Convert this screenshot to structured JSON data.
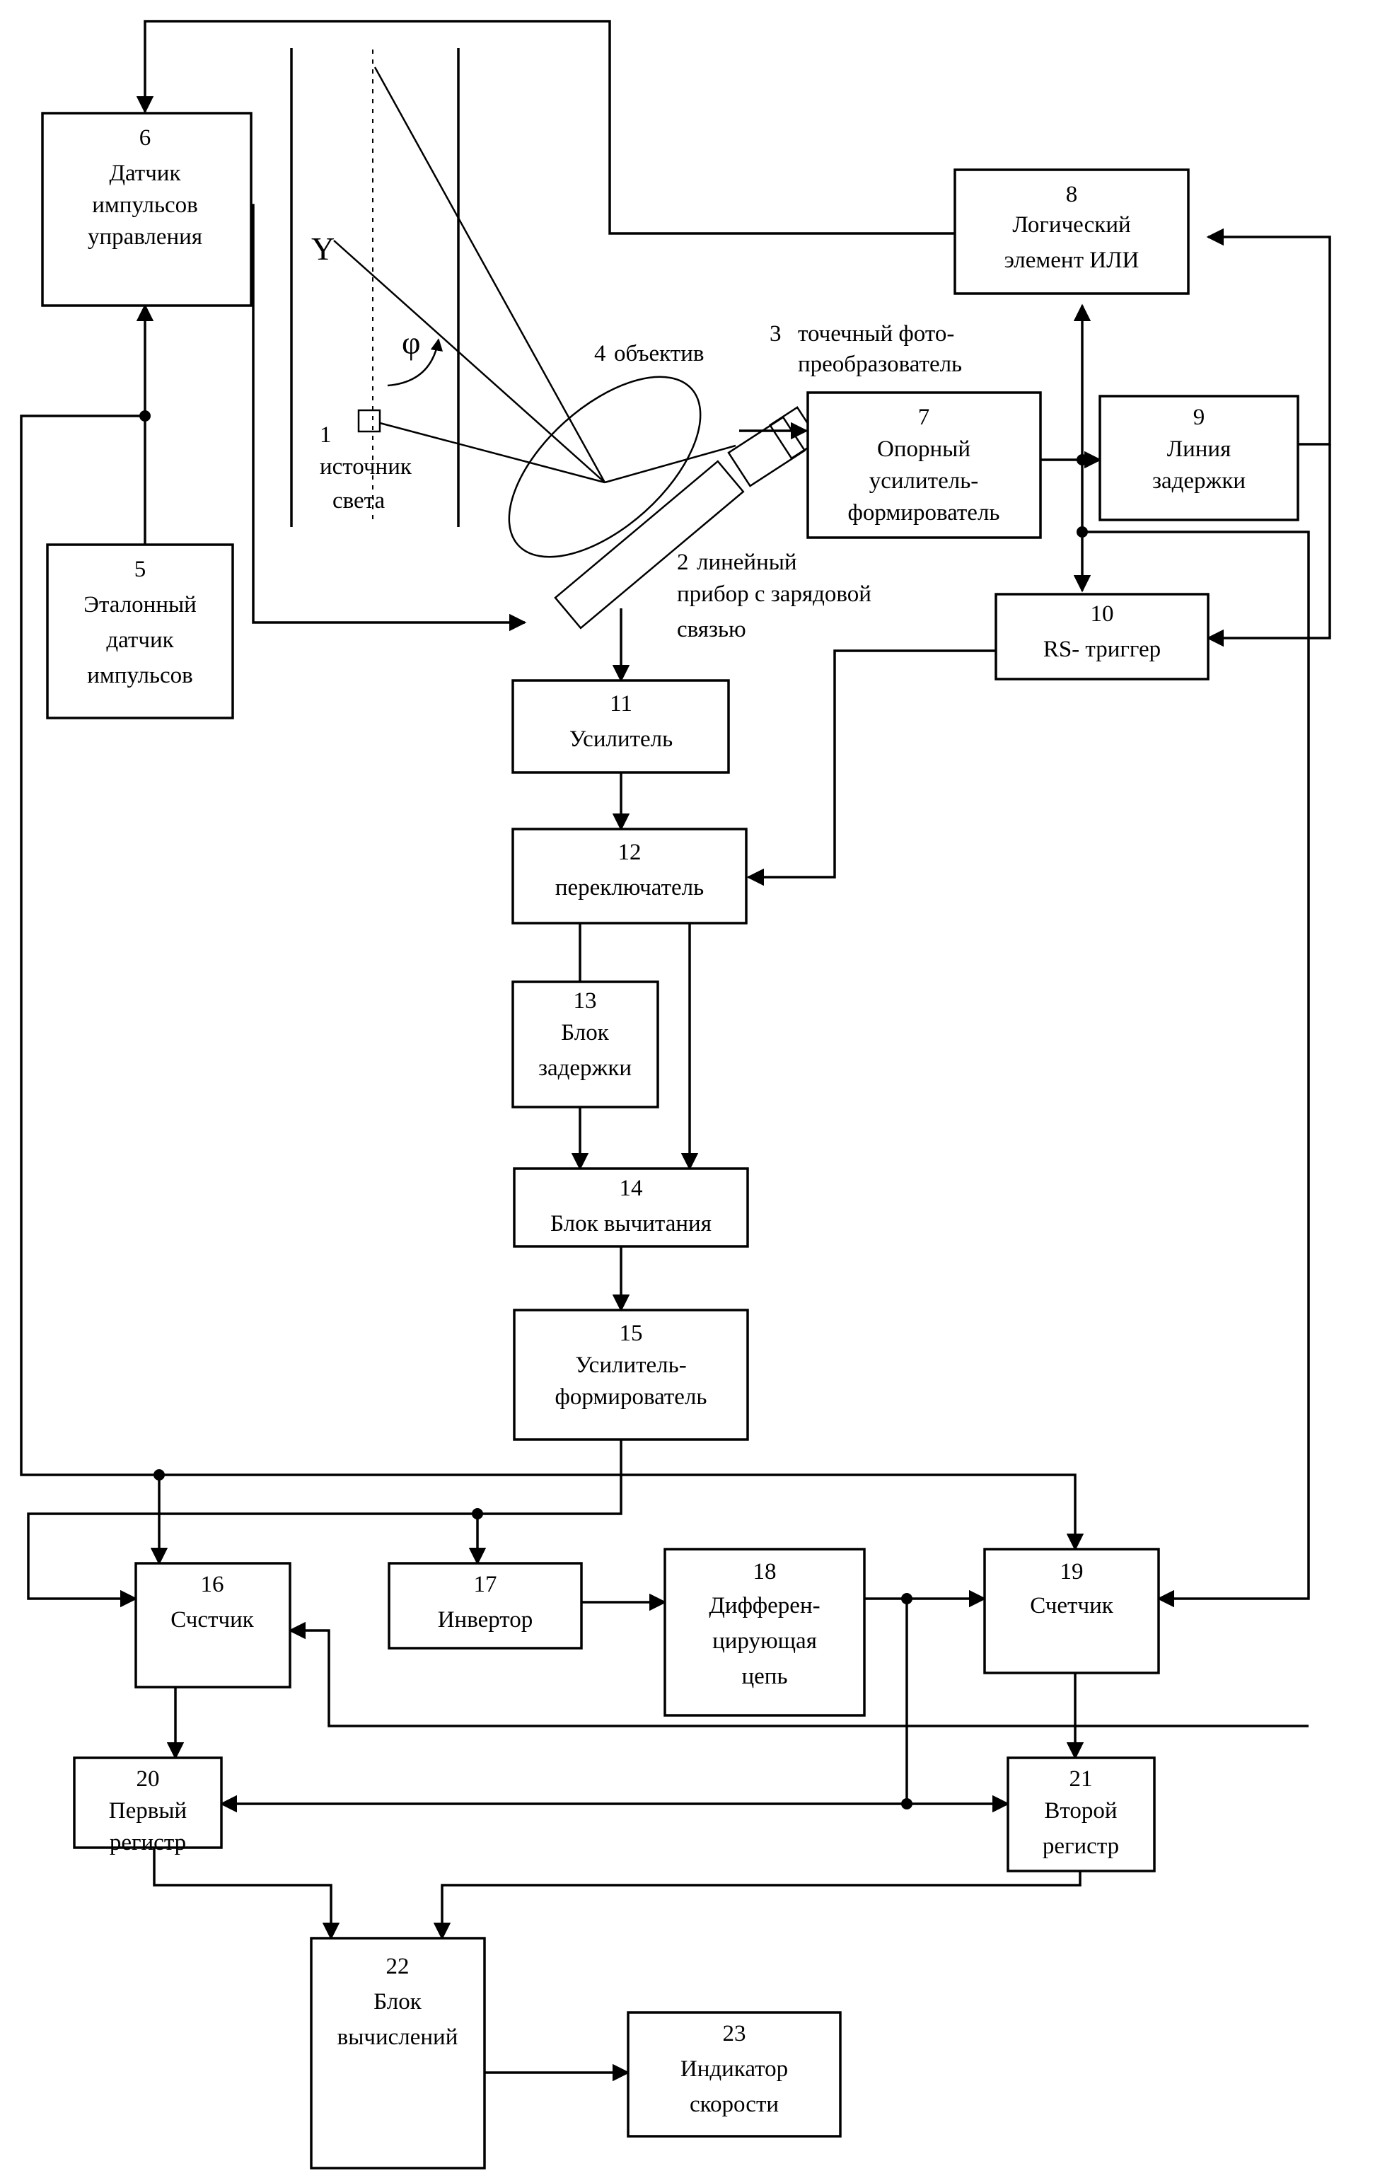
{
  "blocks": {
    "b1": {
      "num": "1",
      "lines": [
        "источник",
        "света"
      ]
    },
    "b2": {
      "num": "2",
      "lines": [
        "линейный",
        "прибор с зарядовой",
        "связью"
      ]
    },
    "b3": {
      "num": "3",
      "lines": [
        "точечный фото-",
        "преобразователь"
      ]
    },
    "b4": {
      "num": "4",
      "lines": [
        "объектив"
      ]
    },
    "b5": {
      "num": "5",
      "lines": [
        "Эталонный",
        "датчик",
        "импульсов"
      ]
    },
    "b6": {
      "num": "6",
      "lines": [
        "Датчик",
        "импульсов",
        "управления"
      ]
    },
    "b7": {
      "num": "7",
      "lines": [
        "Опорный",
        "усилитель-",
        "формирователь"
      ]
    },
    "b8": {
      "num": "8",
      "lines": [
        "Логический",
        "элемент  ИЛИ"
      ]
    },
    "b9": {
      "num": "9",
      "lines": [
        "Линия",
        "задержки"
      ]
    },
    "b10": {
      "num": "10",
      "lines": [
        "RS- триггер"
      ]
    },
    "b11": {
      "num": "11",
      "lines": [
        "Усилитель"
      ]
    },
    "b12": {
      "num": "12",
      "lines": [
        "переключатель"
      ]
    },
    "b13": {
      "num": "13",
      "lines": [
        "Блок",
        "задержки"
      ]
    },
    "b14": {
      "num": "14",
      "lines": [
        "Блок  вычитания"
      ]
    },
    "b15": {
      "num": "15",
      "lines": [
        "Усилитель-",
        "формирователь"
      ]
    },
    "b16": {
      "num": "16",
      "lines": [
        "Счстчик"
      ]
    },
    "b17": {
      "num": "17",
      "lines": [
        "Инвертор"
      ]
    },
    "b18": {
      "num": "18",
      "lines": [
        "Дифферен-",
        "цирующая",
        "цепь"
      ]
    },
    "b19": {
      "num": "19",
      "lines": [
        "Счетчик"
      ]
    },
    "b20": {
      "num": "20",
      "lines": [
        "Первый",
        "регистр"
      ]
    },
    "b21": {
      "num": "21",
      "lines": [
        "Второй",
        "регистр"
      ]
    },
    "b22": {
      "num": "22",
      "lines": [
        "Блок",
        "вычислений"
      ]
    },
    "b23": {
      "num": "23",
      "lines": [
        "Индикатор",
        "скорости"
      ]
    }
  },
  "symbols": {
    "axis": "Y",
    "angle": "φ"
  }
}
